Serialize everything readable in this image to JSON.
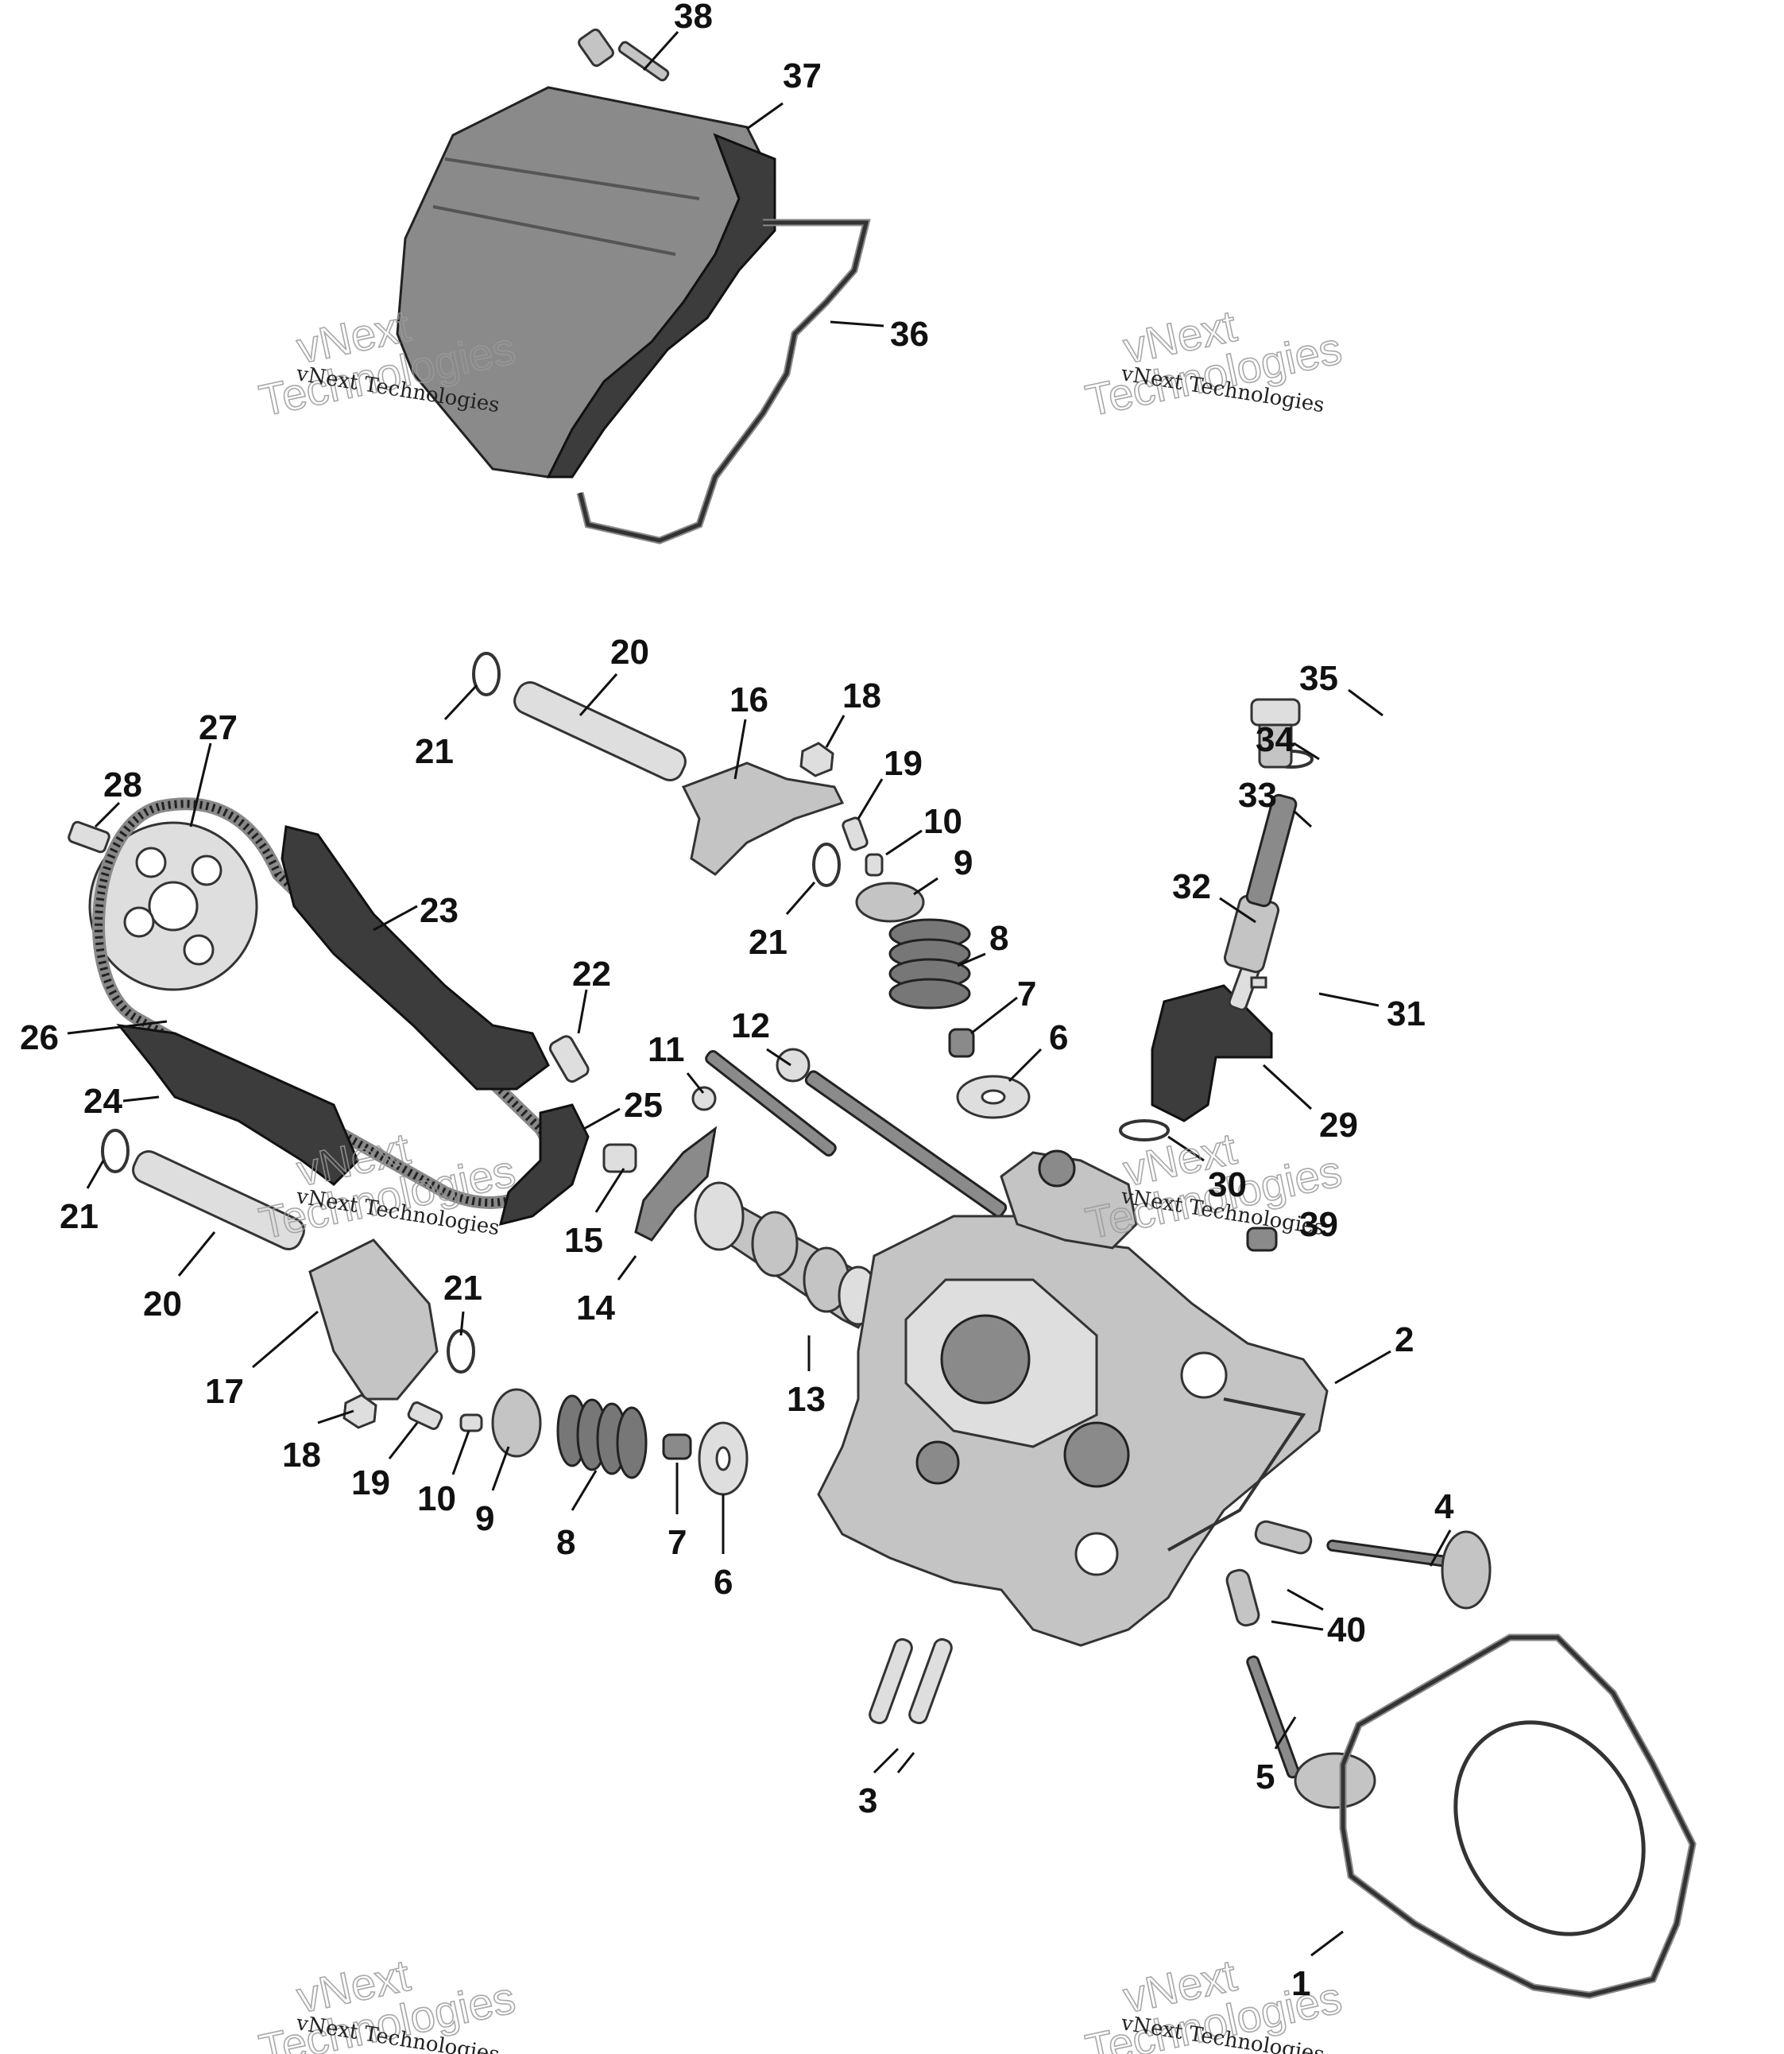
{
  "watermarks": [
    {
      "line1": "vNext",
      "line2": "Technologies",
      "caption": "vNext Technologies"
    },
    {
      "line1": "vNext",
      "line2": "Technologies",
      "caption": "vNext Technologies"
    },
    {
      "line1": "vNext",
      "line2": "Technologies",
      "caption": "vNext Technologies"
    },
    {
      "line1": "vNext",
      "line2": "Technologies",
      "caption": "vNext Technologies"
    },
    {
      "line1": "vNext",
      "line2": "Technologies",
      "caption": "vNext Technologies"
    },
    {
      "line1": "vNext",
      "line2": "Technologies",
      "caption": "vNext Technologies"
    }
  ],
  "callouts": [
    "38",
    "37",
    "36",
    "20",
    "21",
    "16",
    "18",
    "19",
    "10",
    "9",
    "21",
    "8",
    "7",
    "6",
    "35",
    "34",
    "33",
    "32",
    "31",
    "29",
    "30",
    "39",
    "28",
    "27",
    "23",
    "22",
    "26",
    "25",
    "24",
    "21",
    "15",
    "20",
    "21",
    "17",
    "18",
    "19",
    "10",
    "9",
    "8",
    "7",
    "6",
    "11",
    "12",
    "14",
    "13",
    "2",
    "4",
    "40",
    "3",
    "5",
    "1"
  ]
}
